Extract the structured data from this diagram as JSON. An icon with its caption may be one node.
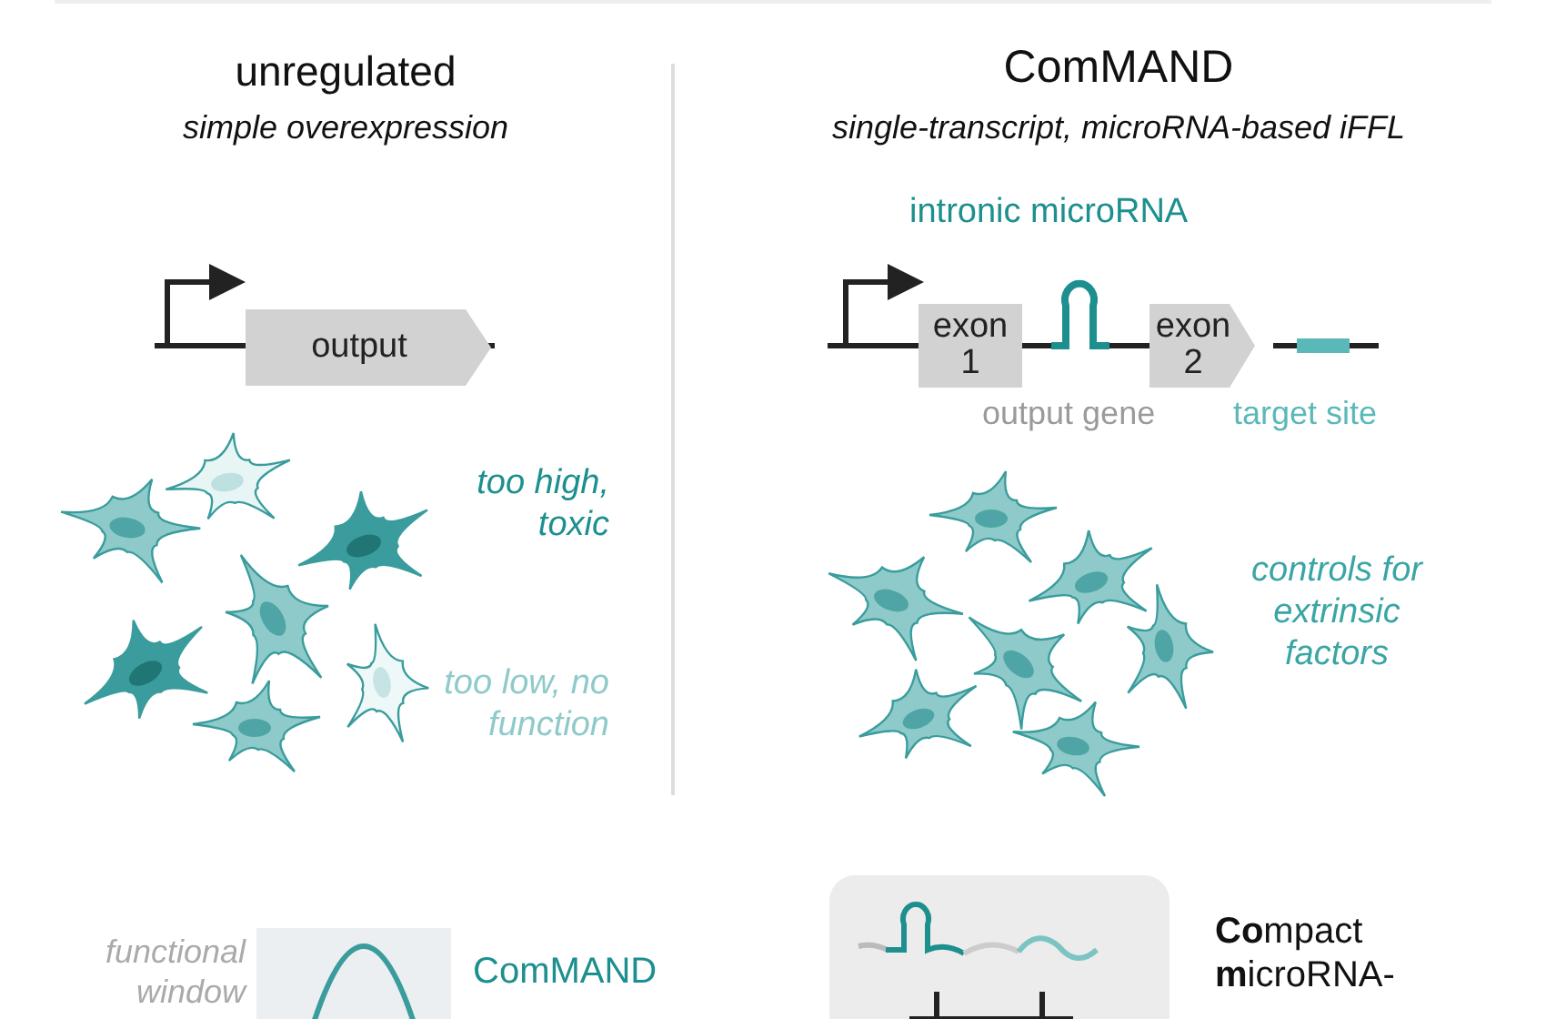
{
  "diagram": {
    "nodes": [
      {
        "text": [
          "output"
        ]
      },
      {
        "text": [
          "exon 1"
        ]
      },
      {
        "text": [
          "exon 2"
        ]
      },
      {
        "text": [],
        "shape": "picture"
      }
    ],
    "edges": [
      {
        "from": 1,
        "to": 3,
        "arrow": "none"
      },
      {
        "from": 3,
        "to": 2,
        "arrow": "none"
      }
    ],
    "labels": [
      "unregulated",
      "simple overexpression",
      "ComMAND",
      "single-transcript, microRNA-based iFFL",
      "intronic microRNA",
      "output gene",
      "target site",
      "too high, toxic",
      "too low, no function",
      "controls for extrinsic factors",
      "functional window",
      "ComMAND",
      "**Co**mpact **m**icroRNA-"
    ]
  }
}
